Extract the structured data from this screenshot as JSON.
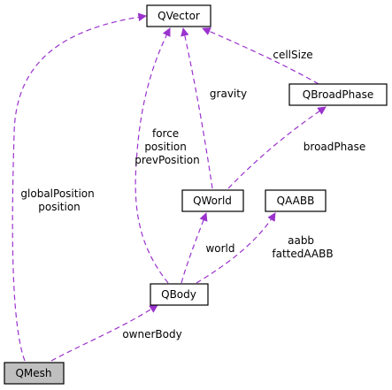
{
  "colors": {
    "edge": "#9a32cd",
    "highlight_fill": "#bfbfbf",
    "node_border": "#000000"
  },
  "nodes": {
    "qvector": "QVector",
    "qbroadphase": "QBroadPhase",
    "qworld": "QWorld",
    "qaabb": "QAABB",
    "qbody": "QBody",
    "qmesh": "QMesh"
  },
  "edges": {
    "cellsize": [
      "cellSize"
    ],
    "gravity": [
      "gravity"
    ],
    "broadphase": [
      "broadPhase"
    ],
    "force": [
      "force",
      "position",
      "prevPosition"
    ],
    "globalposition": [
      "globalPosition",
      "position"
    ],
    "world": [
      "world"
    ],
    "aabb": [
      "aabb",
      "fattedAABB"
    ],
    "ownerbody": [
      "ownerBody"
    ]
  }
}
